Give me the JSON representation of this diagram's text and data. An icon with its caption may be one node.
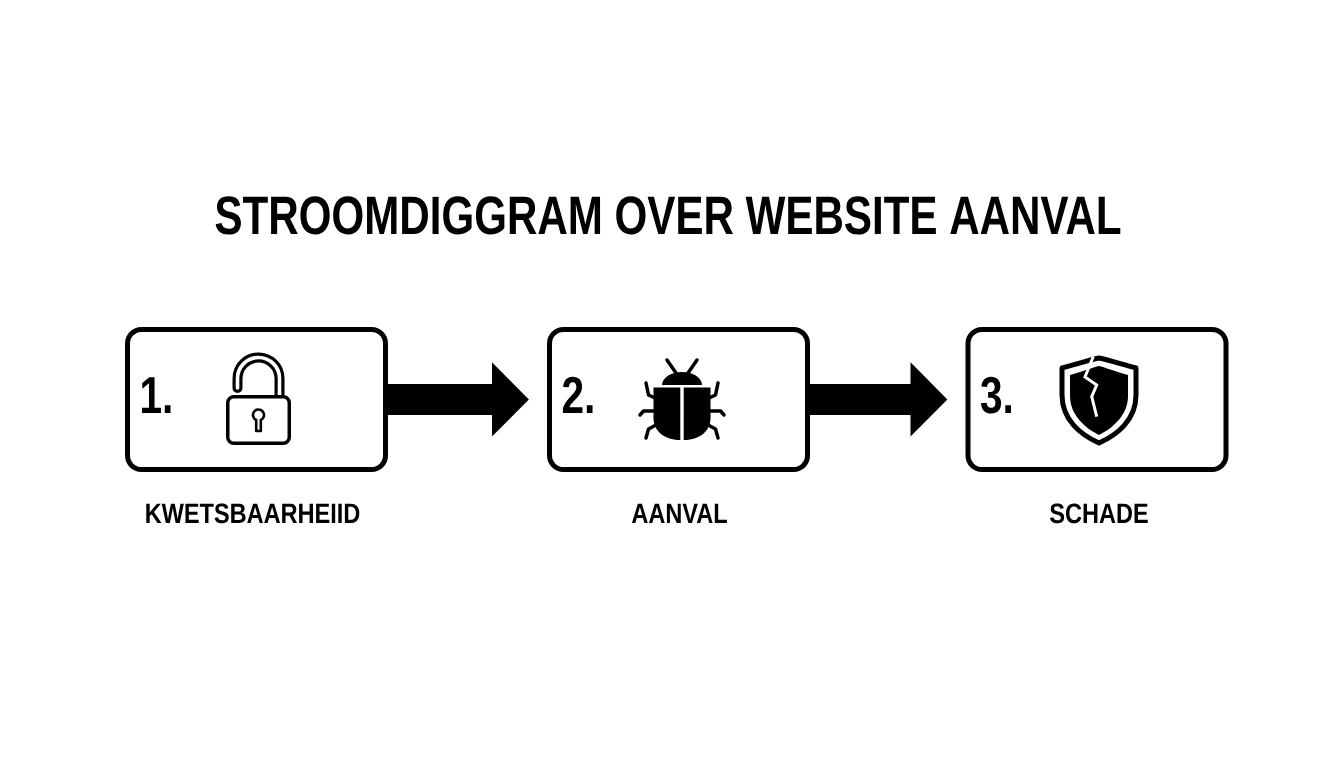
{
  "diagram": {
    "title": "STROOMDIGGRAM OVER WEBSITE AANVAL",
    "nodes": [
      {
        "text": [
          "1."
        ],
        "beside": [
          "KWETSBAARHEIID"
        ]
      },
      {
        "text": [
          "2."
        ],
        "beside": [
          "AANVAL"
        ]
      },
      {
        "text": [
          "3."
        ],
        "beside": [
          "SCHADE"
        ]
      }
    ],
    "edges": [
      {
        "from": 0,
        "to": 1,
        "arrow": "to"
      },
      {
        "from": 1,
        "to": 2,
        "arrow": "to"
      }
    ]
  }
}
